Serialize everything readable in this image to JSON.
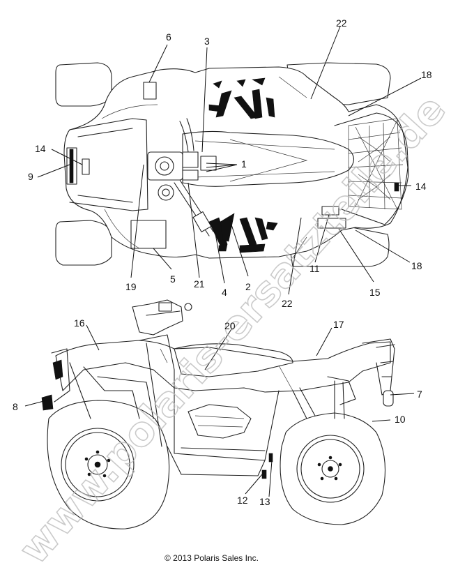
{
  "copyright": "© 2013 Polaris Sales Inc.",
  "watermark": "www.polaris-ersatzteile.de",
  "callouts": {
    "c1": "1",
    "c2": "2",
    "c3": "3",
    "c4": "4",
    "c5": "5",
    "c6": "6",
    "c7": "7",
    "c8": "8",
    "c9": "9",
    "c10": "10",
    "c11": "11",
    "c12": "12",
    "c13": "13",
    "c14a": "14",
    "c14b": "14",
    "c15": "15",
    "c16": "16",
    "c17": "17",
    "c18a": "18",
    "c18b": "18",
    "c19": "19",
    "c20": "20",
    "c21": "21",
    "c22a": "22",
    "c22b": "22"
  }
}
